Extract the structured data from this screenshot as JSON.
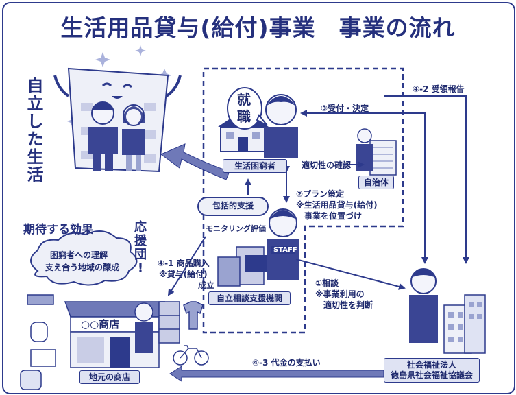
{
  "title": "生活用品貸与(給付)事業　事業の流れ",
  "left_vertical": "自立した生活",
  "bubble_shu": "就",
  "bubble_shoku": "職",
  "label_seikatsu": "生活困窮者",
  "label_jiritsu": "自立相談支援機関",
  "label_jichitai": "自治体",
  "label_shoten": "地元の商店",
  "label_kyogikai_1": "社会福祉法人",
  "label_kyogikai_2": "徳島県社会福祉協議会",
  "staff": "STAFF",
  "hokatsu": "包括的支援",
  "monitoring": "モニタリング評価",
  "step_3": "③受付・決定",
  "step_4_2": "④-2 受領報告",
  "tekisei_kakunin": "適切性の確認",
  "step_2_a": "②プラン策定",
  "step_2_b": "※生活用品貸与(給付)",
  "step_2_c": "事業を位置づけ",
  "step_4_1_a": "④-1 商品購入",
  "step_4_1_b": "※貸与(給付)",
  "step_4_1_c": "成立",
  "step_1_a": "①相談",
  "step_1_b": "※事業利用の",
  "step_1_c": "適切性を判断",
  "step_4_3": "④-3 代金の支払い",
  "kitai": "期待する効果",
  "oen_1": "応",
  "oen_2": "援",
  "oen_3": "団",
  "oen_4": "!",
  "cloud_1": "困窮者への理解",
  "cloud_2": "支え合う地域の醸成",
  "shop_sign": "○○商店",
  "colors": {
    "primary": "#2d3a8c",
    "light": "#dfe3f3",
    "mid": "#9aa3d0"
  }
}
